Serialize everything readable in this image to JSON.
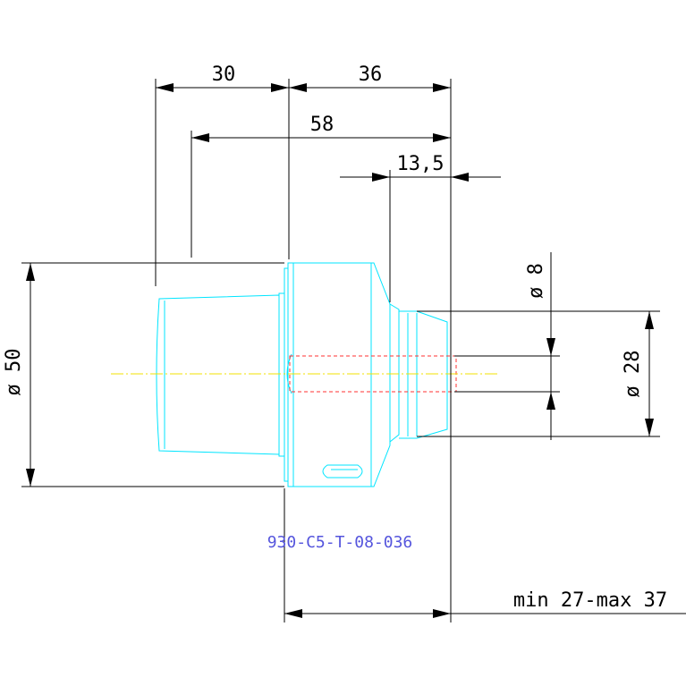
{
  "part_code": "930-C5-T-08-036",
  "dimensions": {
    "d30": "30",
    "d36": "36",
    "d58": "58",
    "d13_5": "13,5",
    "d8": "ø 8",
    "d28": "ø 28",
    "d50": "ø 50",
    "range": "min 27-max 37"
  },
  "colors": {
    "part": "#00e5ff",
    "hidden": "#ff3030",
    "centerline": "#f0e000",
    "code": "#5555dd",
    "dimension": "#000000"
  }
}
